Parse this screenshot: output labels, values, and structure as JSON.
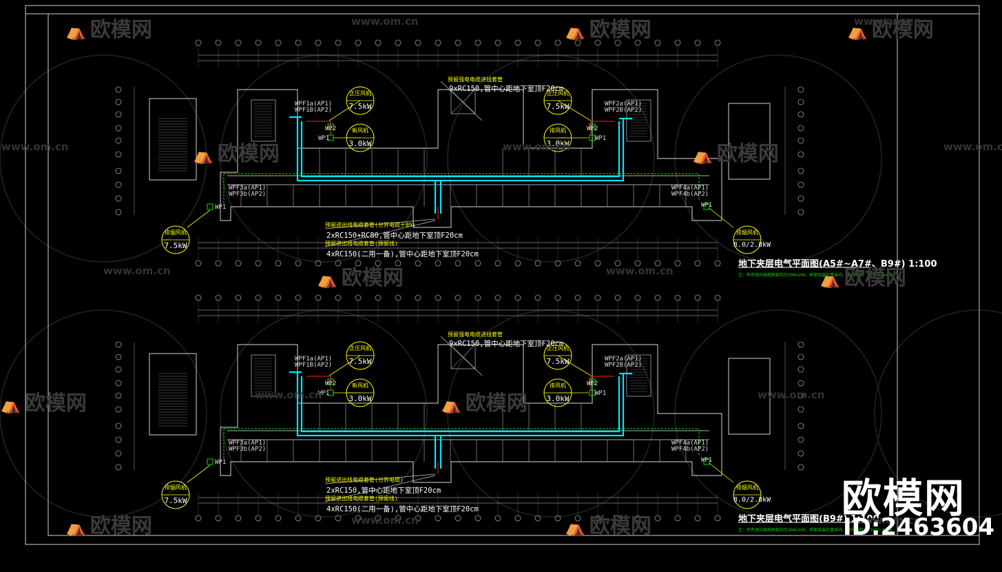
{
  "watermark": {
    "site": "www.om.cn",
    "brand": "欧模网"
  },
  "brand_corner": {
    "logo": "欧模网",
    "id": "ID:2463604"
  },
  "plans": [
    {
      "title": "地下夹层电气平面图(A5#~A7#、B9#) 1:100",
      "note": "注：所有竖向电缆桥架均为200x100，桥架安装在管井内，竖向电缆：YJV22-4x16",
      "top_cable": "9xRC150,管中心距地下室顶F20cm",
      "top_cable_head": "预留强电电缆进线套管",
      "bottom_cable_1": "2xRC150+RC80,管中心距地下室顶F20cm",
      "bottom_cable_1_head": "预留进出线电缆套管(分界电缆十B9)",
      "bottom_cable_2": "4xRC150(二用一备),管中心距地下室顶F20cm",
      "bottom_cable_2_head": "预留进出线电缆套管(预留线)",
      "circles": [
        {
          "label": "正压风机",
          "value": "7.5kW"
        },
        {
          "label": "新风机",
          "value": "3.0kW"
        },
        {
          "label": "正压风机",
          "value": "7.5kW"
        },
        {
          "label": "排风机",
          "value": "3.0kW"
        },
        {
          "label": "排烟风机",
          "value": "7.5kW"
        },
        {
          "label": "排烟风机",
          "value": "8.0/2.8kW"
        }
      ],
      "panels": [
        "WPF1a(AP1)",
        "WPF1B(AP2)",
        "WPF2a(AP1)",
        "WPF2B(AP2)",
        "WPF3a(AP1)",
        "WPF3b(AP2)",
        "WPF4a(AP1)",
        "WPF4b(AP2)"
      ],
      "devices": [
        "WP1",
        "WP2",
        "WP1"
      ]
    },
    {
      "title": "地下夹层电气平面图(B9#) 1:100",
      "note": "注：所有竖向电缆桥架均为200x100，桥架安装在管井内，竖向电缆：YJV22-4x16",
      "top_cable": "9xRC150,管中心距地下室顶F20cm",
      "top_cable_head": "预留强电电缆进线套管",
      "bottom_cable_1": "2xRC150,管中心距地下室顶F20cm",
      "bottom_cable_1_head": "预留进出线电缆套管(分界电缆)",
      "bottom_cable_2": "4xRC150(二用一备),管中心距地下室顶F20cm",
      "bottom_cable_2_head": "预留进出线电缆套管(预留线)",
      "circles": [
        {
          "label": "正压风机",
          "value": "7.5kW"
        },
        {
          "label": "新风机",
          "value": "3.0kW"
        },
        {
          "label": "正压风机",
          "value": "7.5kW"
        },
        {
          "label": "排风机",
          "value": "3.0kW"
        },
        {
          "label": "排烟风机",
          "value": "7.5kW"
        },
        {
          "label": "排烟风机",
          "value": "8.0/2.8kW"
        }
      ],
      "panels": [
        "WPF1a(AP1)",
        "WPF1B(AP2)",
        "WPF2a(AP1)",
        "WPF2B(AP2)",
        "WPF3a(AP1)",
        "WPF3b(AP2)",
        "WPF4a(AP1)",
        "WPF4b(AP2)"
      ],
      "devices": [
        "WP1",
        "WP2",
        "WP1"
      ]
    }
  ],
  "colors": {
    "background": "#000000",
    "frame": "#ffffff",
    "wall": "#b0b0b0",
    "tray": "#00e5ff",
    "feeder": "#00e000",
    "cable_red": "#ff2020",
    "label_yellow": "#ffff00",
    "watermark": "#3a3a3a"
  }
}
